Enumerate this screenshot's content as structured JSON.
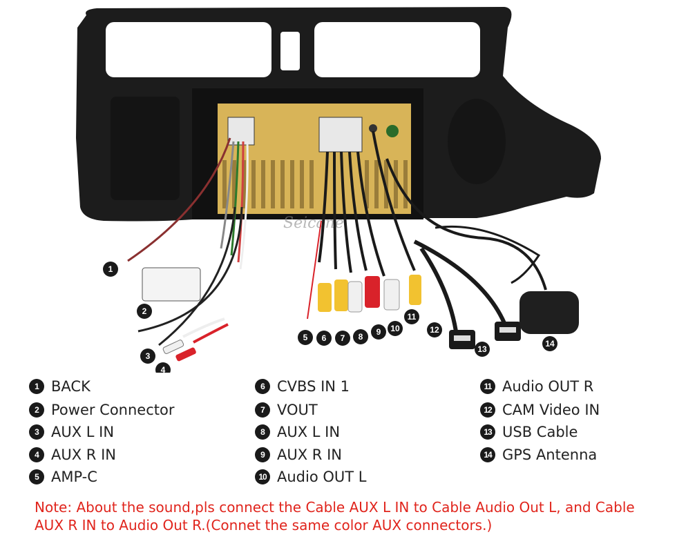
{
  "photo": {
    "watermark": "Seicane",
    "callouts": [
      "1",
      "2",
      "3",
      "4",
      "5",
      "6",
      "7",
      "8",
      "9",
      "10",
      "11",
      "12",
      "13",
      "14"
    ]
  },
  "legend": {
    "column1": [
      {
        "num": "1",
        "label": "BACK"
      },
      {
        "num": "2",
        "label": "Power Connector"
      },
      {
        "num": "3",
        "label": "AUX L IN"
      },
      {
        "num": "4",
        "label": "AUX R IN"
      },
      {
        "num": "5",
        "label": "AMP-C"
      }
    ],
    "column2": [
      {
        "num": "6",
        "label": "CVBS IN 1"
      },
      {
        "num": "7",
        "label": "VOUT"
      },
      {
        "num": "8",
        "label": "AUX L IN"
      },
      {
        "num": "9",
        "label": "AUX R IN"
      },
      {
        "num": "10",
        "label": "Audio OUT L"
      }
    ],
    "column3": [
      {
        "num": "11",
        "label": "Audio OUT R"
      },
      {
        "num": "12",
        "label": "CAM Video IN"
      },
      {
        "num": "13",
        "label": "USB Cable"
      },
      {
        "num": "14",
        "label": "GPS Antenna"
      }
    ]
  },
  "note": "Note: About the sound,pls connect the Cable AUX L IN to Cable Audio Out L, and Cable AUX R IN to  Audio Out R.(Connet the same color AUX connectors.)",
  "colors": {
    "note": "#e0241c",
    "badge": "#1a1a1a",
    "bezel": "#1c1c1c",
    "unit": "#d8b458",
    "rca_red": "#d9222a",
    "rca_yellow": "#f2c230",
    "rca_white": "#f0f0f0"
  }
}
